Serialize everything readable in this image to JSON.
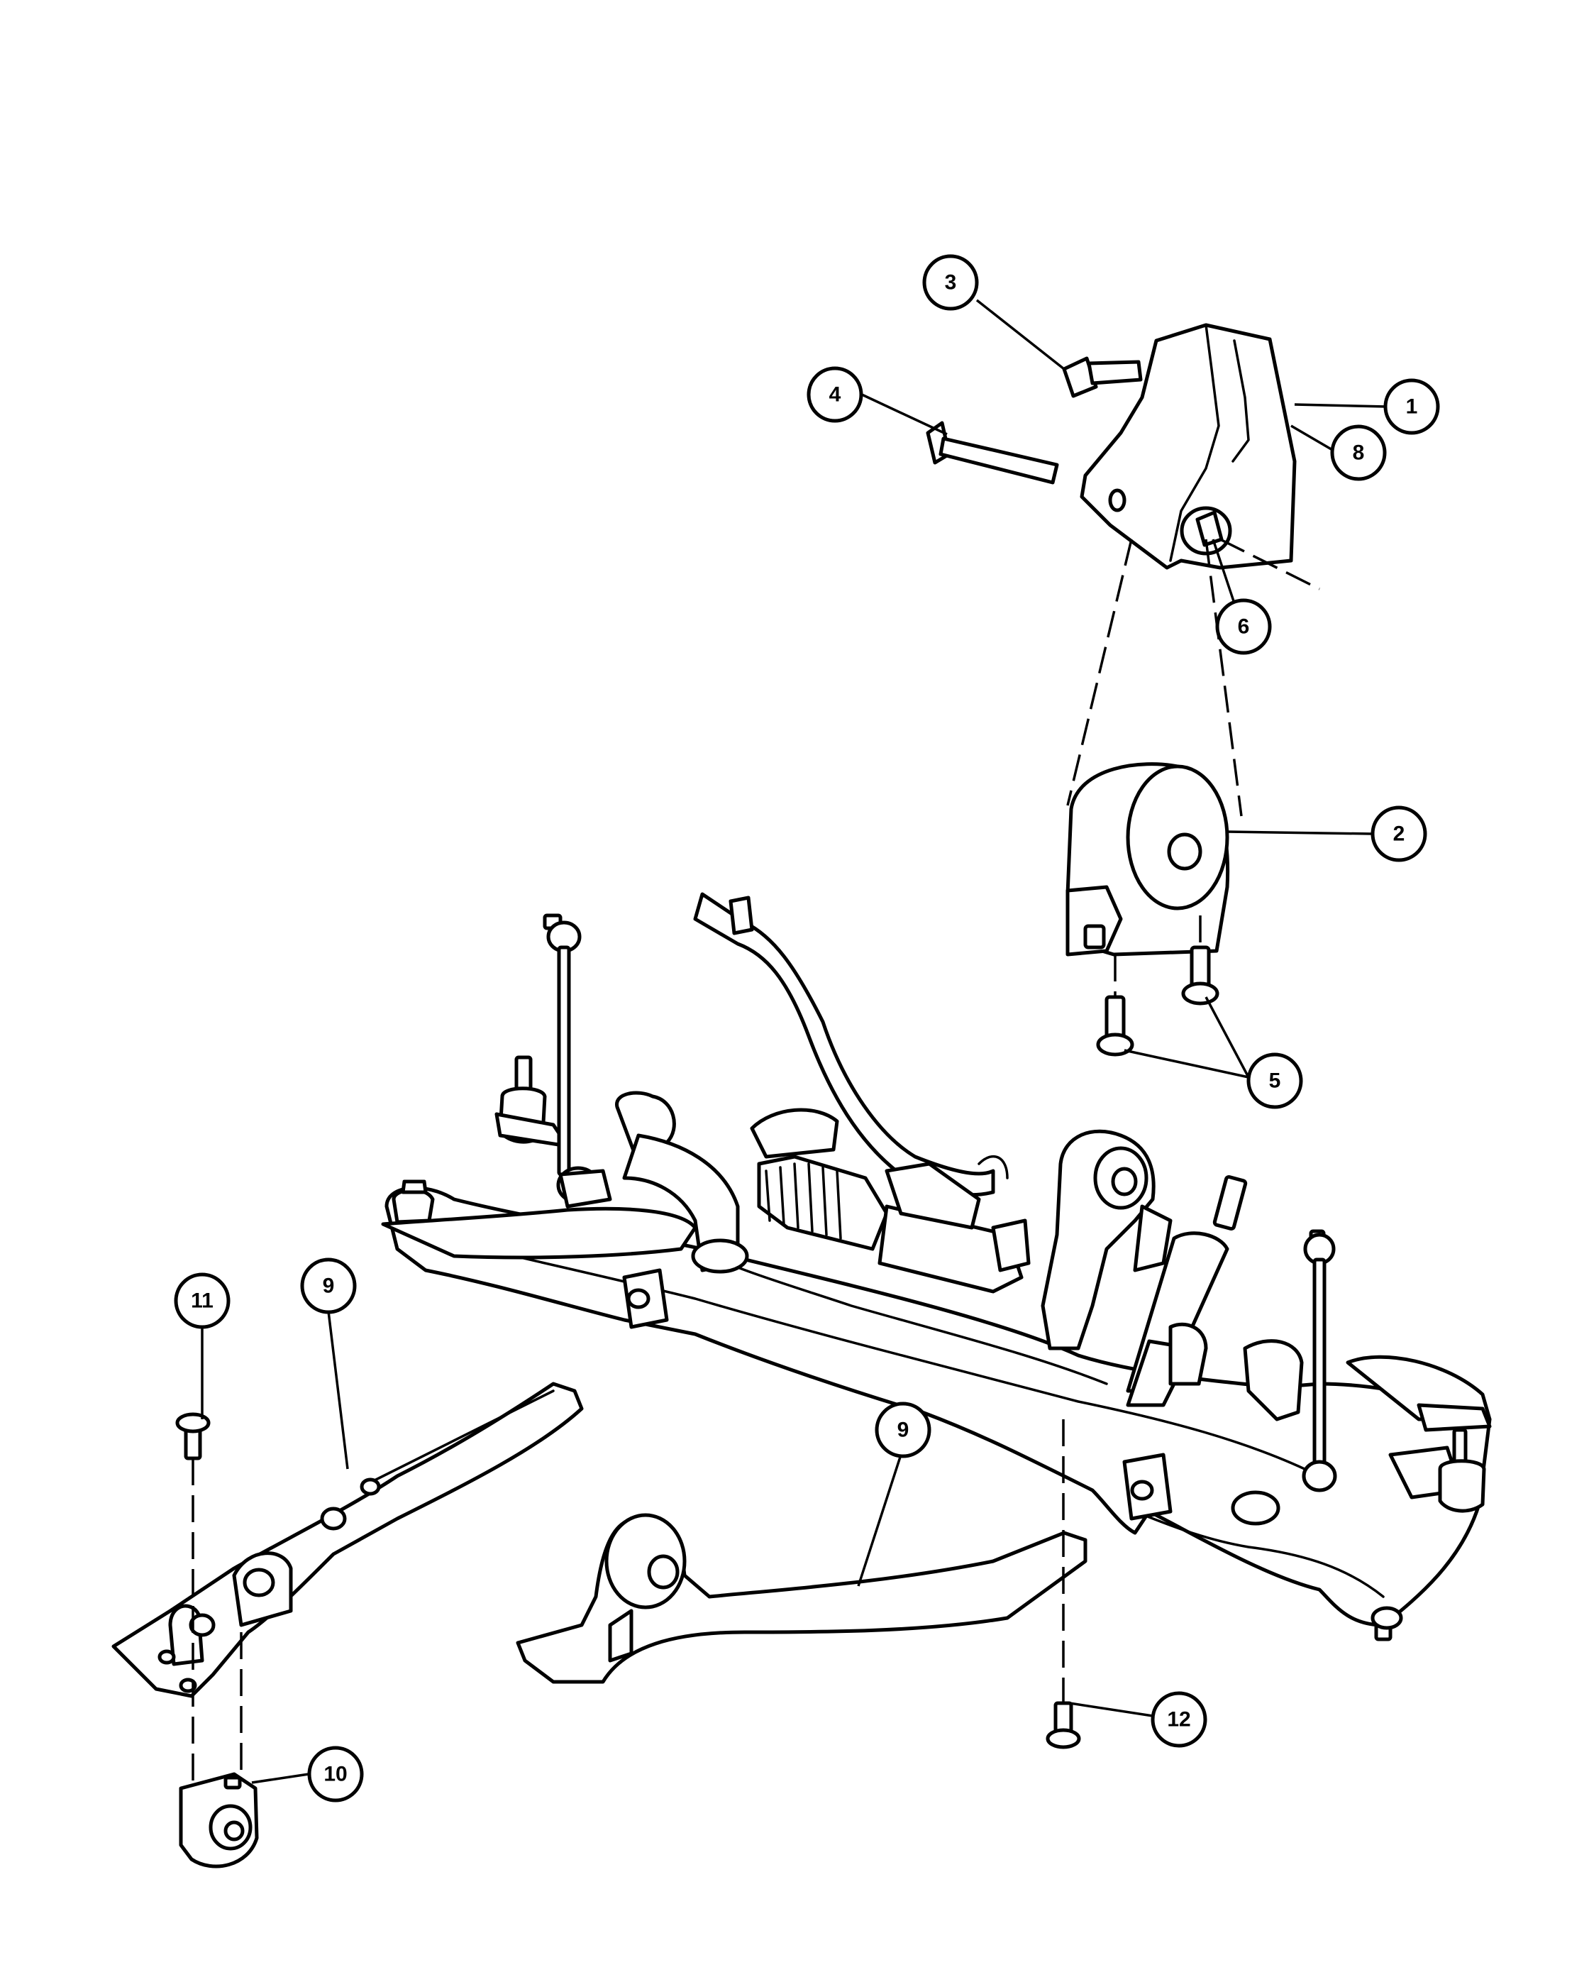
{
  "callouts": [
    {
      "id": "1",
      "label": "1"
    },
    {
      "id": "2",
      "label": "2"
    },
    {
      "id": "3",
      "label": "3"
    },
    {
      "id": "4",
      "label": "4"
    },
    {
      "id": "5",
      "label": "5"
    },
    {
      "id": "6",
      "label": "6"
    },
    {
      "id": "8",
      "label": "8"
    },
    {
      "id": "9a",
      "label": "9"
    },
    {
      "id": "9b",
      "label": "9"
    },
    {
      "id": "10",
      "label": "10"
    },
    {
      "id": "11",
      "label": "11"
    },
    {
      "id": "12",
      "label": "12"
    }
  ],
  "colors": {
    "line": "#000000",
    "background": "#ffffff"
  }
}
